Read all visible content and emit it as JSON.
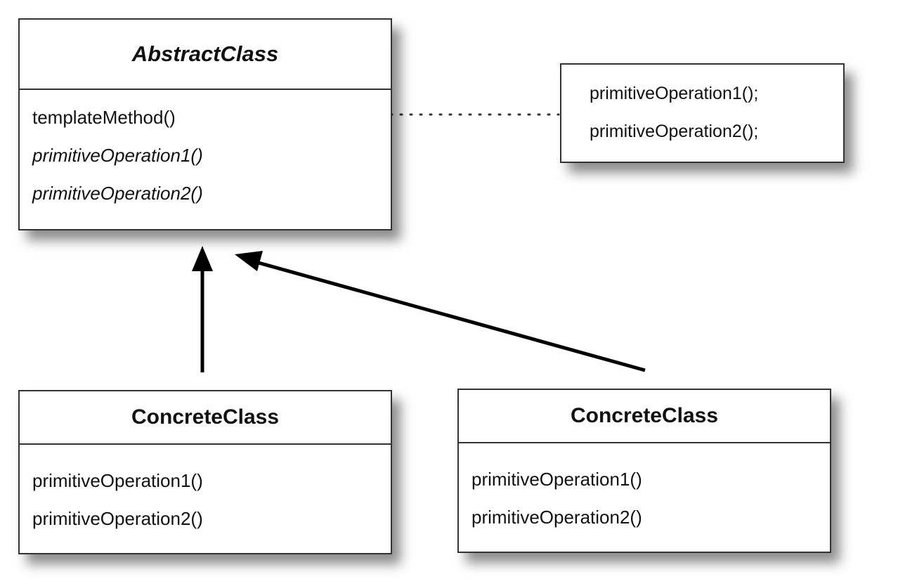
{
  "abstract_class": {
    "name": "AbstractClass",
    "operations": [
      {
        "label": "templateMethod()",
        "italic": false
      },
      {
        "label": "primitiveOperation1()",
        "italic": true
      },
      {
        "label": "primitiveOperation2()",
        "italic": true
      }
    ]
  },
  "note": {
    "lines": [
      "primitiveOperation1();",
      "primitiveOperation2();"
    ]
  },
  "concrete_left": {
    "name": "ConcreteClass",
    "operations": [
      "primitiveOperation1()",
      "primitiveOperation2()"
    ]
  },
  "concrete_right": {
    "name": "ConcreteClass",
    "operations": [
      "primitiveOperation1()",
      "primitiveOperation2()"
    ]
  }
}
